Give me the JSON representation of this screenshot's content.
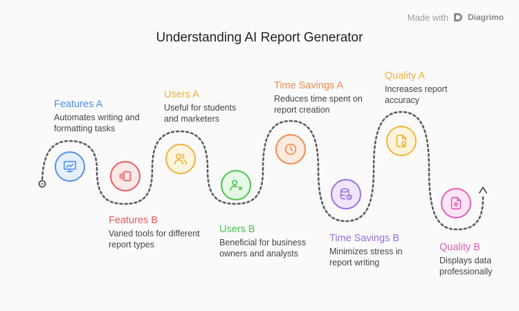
{
  "title": "Understanding AI Report Generator",
  "watermark": {
    "prefix": "Made with",
    "brand": "Diagrimo"
  },
  "steps": [
    {
      "id": "features-a",
      "heading": "Features A",
      "desc": "Automates writing and formatting tasks",
      "color": "#4f8ff0",
      "fill": "#e6f0fd",
      "icon": "presentation-chart-icon"
    },
    {
      "id": "features-b",
      "heading": "Features B",
      "desc": "Varied tools for different report types",
      "color": "#e85c5c",
      "fill": "#fde8e8",
      "icon": "cards-stack-icon"
    },
    {
      "id": "users-a",
      "heading": "Users A",
      "desc": "Useful for students and marketers",
      "color": "#efb03a",
      "fill": "#fef5e1",
      "icon": "users-icon"
    },
    {
      "id": "users-b",
      "heading": "Users B",
      "desc": "Beneficial for business owners and analysts",
      "color": "#4cc44c",
      "fill": "#e6f8e6",
      "icon": "user-remove-icon"
    },
    {
      "id": "time-savings-a",
      "heading": "Time Savings A",
      "desc": "Reduces time spent on report creation",
      "color": "#f08a4b",
      "fill": "#fdebe0",
      "icon": "clock-icon"
    },
    {
      "id": "time-savings-b",
      "heading": "Time Savings B",
      "desc": "Minimizes stress in report writing",
      "color": "#9b6fe0",
      "fill": "#efe6fb",
      "icon": "database-clock-icon"
    },
    {
      "id": "quality-a",
      "heading": "Quality A",
      "desc": "Increases report accuracy",
      "color": "#f2b338",
      "fill": "#fef4dc",
      "icon": "document-badge-icon"
    },
    {
      "id": "quality-b",
      "heading": "Quality B",
      "desc": "Displays data professionally",
      "color": "#e85bb8",
      "fill": "#fde6f4",
      "icon": "document-diamond-icon"
    }
  ]
}
